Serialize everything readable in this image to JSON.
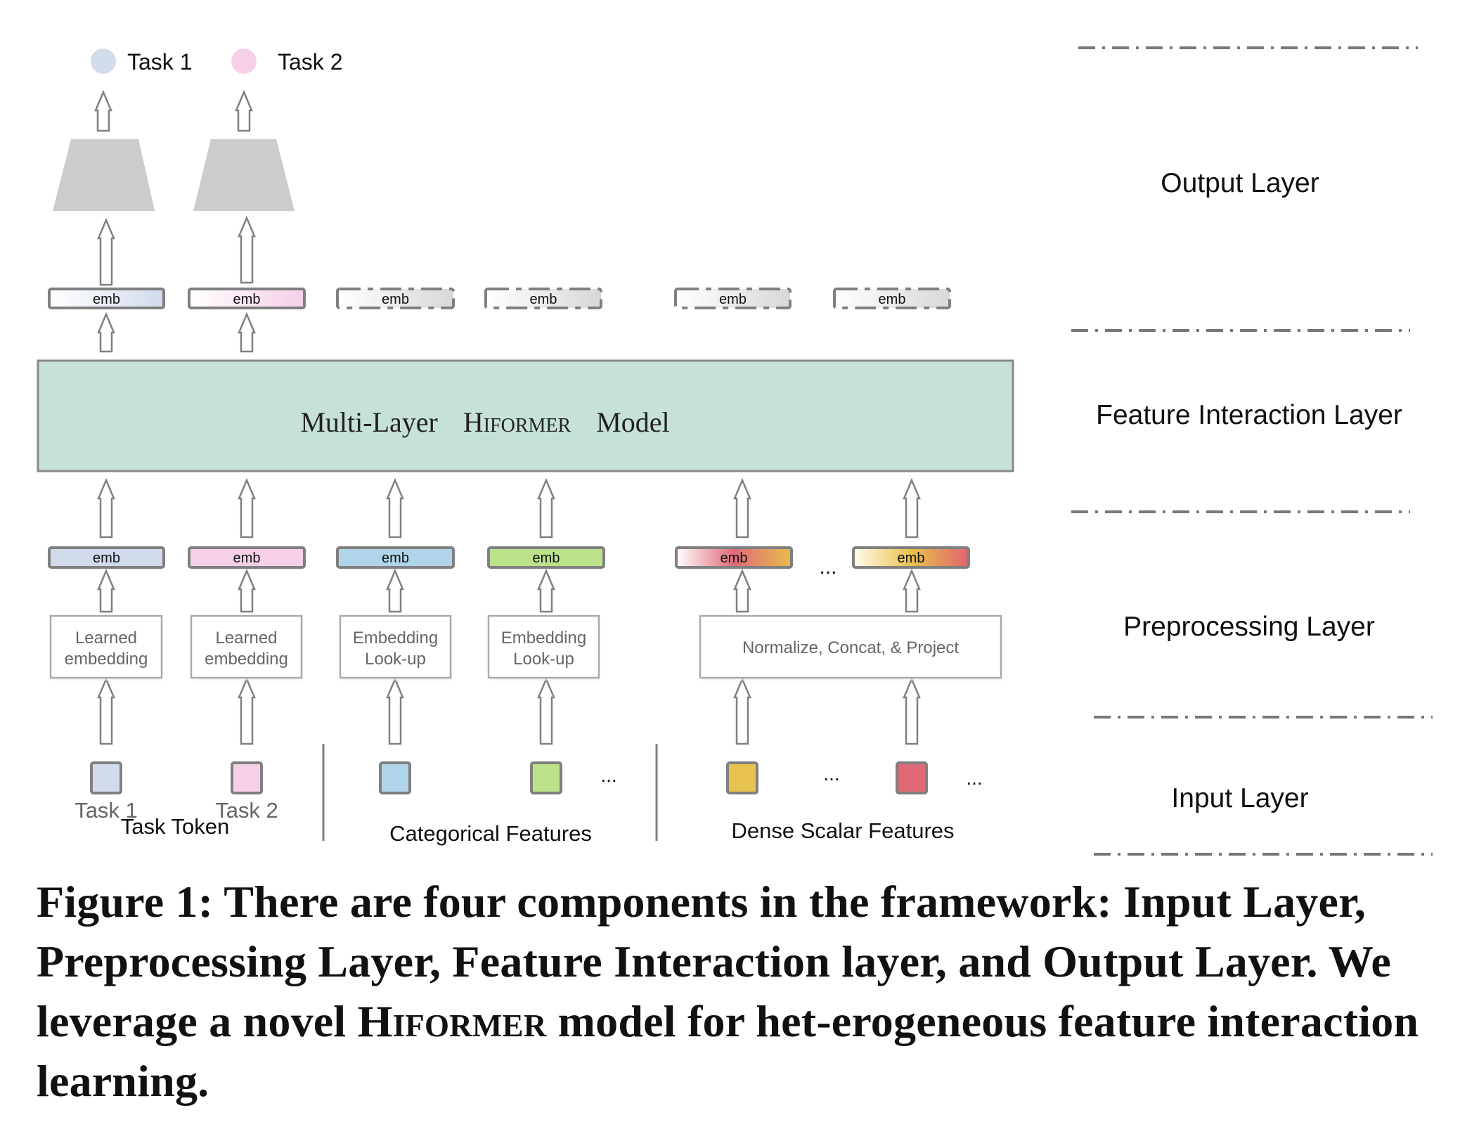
{
  "legend": [
    {
      "label": "Task 1",
      "color": "#d2dbec"
    },
    {
      "label": "Task 2",
      "color": "#f5d0e7"
    }
  ],
  "output_heads": [
    {
      "name": "task-1-head",
      "color": "#cccccc"
    },
    {
      "name": "task-2-head",
      "color": "#cccccc"
    }
  ],
  "top_embeddings": [
    {
      "label": "emb",
      "style": "solid",
      "gradient": [
        "#ffffff",
        "#d2dbec"
      ]
    },
    {
      "label": "emb",
      "style": "solid",
      "gradient": [
        "#ffffff",
        "#f5d0e7"
      ]
    },
    {
      "label": "emb",
      "style": "dashed",
      "gradient": [
        "#ffffff",
        "#d8d8d8"
      ]
    },
    {
      "label": "emb",
      "style": "dashed",
      "gradient": [
        "#ffffff",
        "#d8d8d8"
      ]
    },
    {
      "label": "emb",
      "style": "dashed",
      "gradient": [
        "#ffffff",
        "#d8d8d8"
      ]
    },
    {
      "label": "emb",
      "style": "dashed",
      "gradient": [
        "#ffffff",
        "#d8d8d8"
      ]
    }
  ],
  "model": {
    "prefix": "Multi-Layer",
    "name": "Hiformer",
    "suffix": "Model",
    "fill": "#c5e1da",
    "border": "#888888"
  },
  "preprocessed_embeddings": [
    {
      "label": "emb",
      "gradient": [
        "#d2dbec",
        "#d2dbec"
      ]
    },
    {
      "label": "emb",
      "gradient": [
        "#f5d0e7",
        "#f5d0e7"
      ]
    },
    {
      "label": "emb",
      "gradient": [
        "#b0d5e8",
        "#b0d5e8"
      ]
    },
    {
      "label": "emb",
      "gradient": [
        "#bce38c",
        "#bce38c"
      ]
    },
    {
      "label": "emb",
      "gradient": [
        "#ffffff",
        "#e06a78",
        "#e8bd4c"
      ]
    },
    {
      "label": "emb",
      "gradient": [
        "#fffbee",
        "#e9c24b",
        "#e0646f"
      ]
    }
  ],
  "preprocess_ellipsis": "...",
  "preprocess_boxes": [
    {
      "lines": [
        "Learned",
        "embedding"
      ]
    },
    {
      "lines": [
        "Learned",
        "embedding"
      ]
    },
    {
      "lines": [
        "Embedding",
        "Look-up"
      ]
    },
    {
      "lines": [
        "Embedding",
        "Look-up"
      ]
    },
    {
      "lines": [
        "Normalize, Concat, & Project"
      ]
    }
  ],
  "inputs": [
    {
      "color": "#d2dbec",
      "label": "Task 1"
    },
    {
      "color": "#f5d0e7",
      "label": "Task 2"
    },
    {
      "color": "#b0d5e8",
      "label": ""
    },
    {
      "color": "#bce38c",
      "label": ""
    },
    {
      "color": "#e8c24f",
      "label": ""
    },
    {
      "color": "#df6a76",
      "label": ""
    }
  ],
  "input_ellipses": [
    "...",
    "...",
    "..."
  ],
  "input_groups": [
    "Task Token",
    "Categorical Features",
    "Dense Scalar Features"
  ],
  "layers": [
    "Output Layer",
    "Feature Interaction Layer",
    "Preprocessing Layer",
    "Input Layer"
  ],
  "caption": {
    "part1": "Figure 1: There are four components in the framework: Input Layer, Preprocessing Layer, Feature Interaction layer, and Output Layer. We leverage a novel ",
    "smallcaps": "Hiformer",
    "part2": " model for het-erogeneous feature interaction learning."
  },
  "colors": {
    "stroke": "#808080",
    "text": "#111111",
    "muted_text": "#666666"
  }
}
